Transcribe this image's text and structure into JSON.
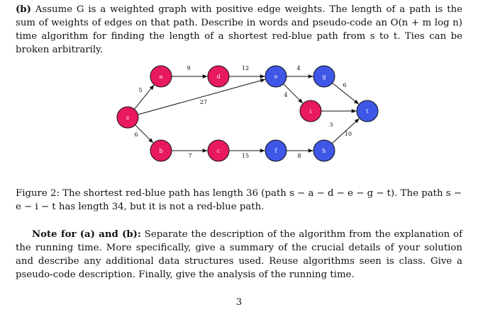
{
  "problem": {
    "label": "(b)",
    "text": "Assume G is a weighted graph with positive edge weights. The length of a path is the sum of weights of edges on that path. Describe in words and pseudo-code an O(n + m log n) time algorithm for finding the length of a shortest red-blue path from s to t. Ties can be broken arbitrarily."
  },
  "graph": {
    "colors": {
      "red": "#e8195f",
      "blue": "#3f57e6"
    },
    "nodes": [
      {
        "id": "s",
        "label": "s",
        "color": "red"
      },
      {
        "id": "a",
        "label": "a",
        "color": "red"
      },
      {
        "id": "b",
        "label": "b",
        "color": "red"
      },
      {
        "id": "d",
        "label": "d",
        "color": "red"
      },
      {
        "id": "c",
        "label": "c",
        "color": "red"
      },
      {
        "id": "e",
        "label": "e",
        "color": "blue"
      },
      {
        "id": "g",
        "label": "g",
        "color": "blue"
      },
      {
        "id": "i",
        "label": "i",
        "color": "red"
      },
      {
        "id": "t",
        "label": "t",
        "color": "blue"
      },
      {
        "id": "f",
        "label": "f",
        "color": "blue"
      },
      {
        "id": "h",
        "label": "h",
        "color": "blue"
      }
    ],
    "edges": [
      {
        "from": "s",
        "to": "a",
        "weight": "5"
      },
      {
        "from": "s",
        "to": "b",
        "weight": "6"
      },
      {
        "from": "a",
        "to": "d",
        "weight": "9"
      },
      {
        "from": "d",
        "to": "e",
        "weight": "12"
      },
      {
        "from": "s",
        "to": "e",
        "weight": "27"
      },
      {
        "from": "e",
        "to": "g",
        "weight": "4"
      },
      {
        "from": "e",
        "to": "i",
        "weight": "4"
      },
      {
        "from": "g",
        "to": "t",
        "weight": "6"
      },
      {
        "from": "i",
        "to": "t",
        "weight": "3"
      },
      {
        "from": "b",
        "to": "c",
        "weight": "7"
      },
      {
        "from": "c",
        "to": "f",
        "weight": "15"
      },
      {
        "from": "f",
        "to": "h",
        "weight": "8"
      },
      {
        "from": "h",
        "to": "t",
        "weight": "10"
      }
    ]
  },
  "caption": {
    "text": "Figure 2: The shortest red-blue path has length 36 (path s − a − d − e − g − t). The path s − e − i − t has length 34, but it is not a red-blue path."
  },
  "note": {
    "heading": "Note for (a) and (b):",
    "text": "Separate the description of the algorithm from the explanation of the running time. More specifically, give a summary of the crucial details of your solution and describe any additional data structures used. Reuse algorithms seen is class. Give a pseudo-code description. Finally, give the analysis of the running time."
  },
  "page_number": "3"
}
